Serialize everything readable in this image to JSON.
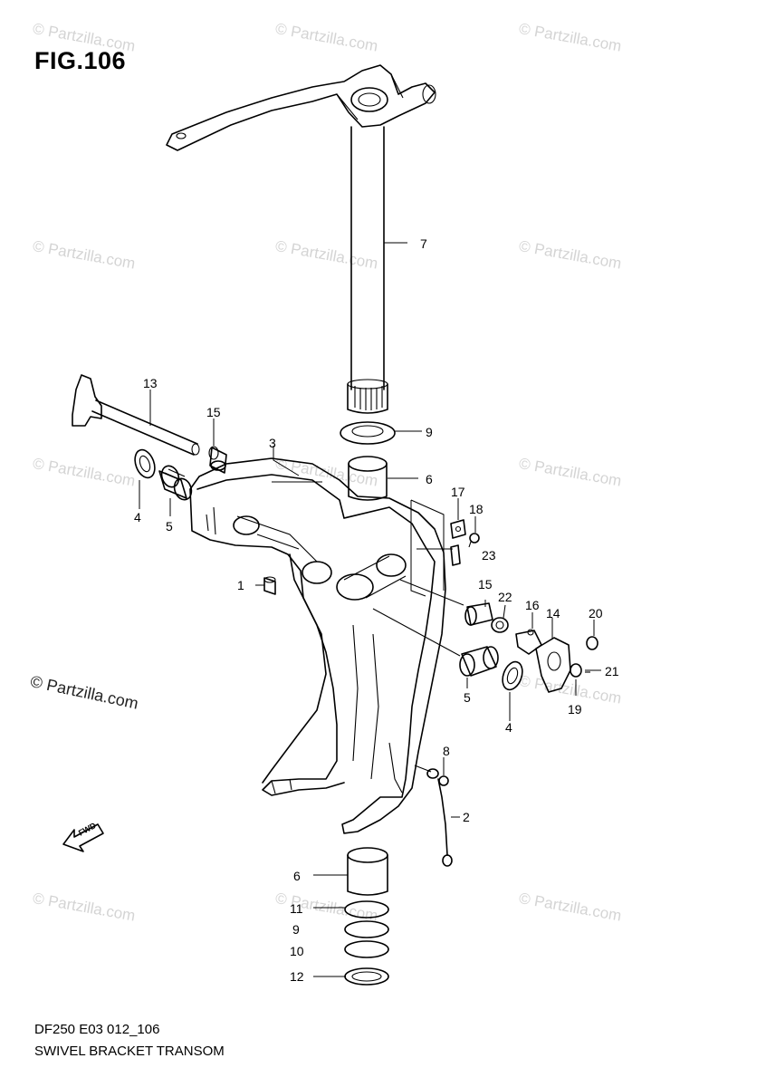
{
  "figure": {
    "title": "FIG.106",
    "model_code": "DF250 E03 012_106",
    "name": "SWIVEL BRACKET TRANSOM"
  },
  "watermark": {
    "text": "© Partzilla.com",
    "color": "#d4d4d4"
  },
  "fwd_label": "FWD",
  "callouts": [
    {
      "id": "c7",
      "label": "7"
    },
    {
      "id": "c13",
      "label": "13"
    },
    {
      "id": "c15a",
      "label": "15"
    },
    {
      "id": "c9a",
      "label": "9"
    },
    {
      "id": "c3",
      "label": "3"
    },
    {
      "id": "c6a",
      "label": "6"
    },
    {
      "id": "c4a",
      "label": "4"
    },
    {
      "id": "c5a",
      "label": "5"
    },
    {
      "id": "c17",
      "label": "17"
    },
    {
      "id": "c18",
      "label": "18"
    },
    {
      "id": "c23",
      "label": "23"
    },
    {
      "id": "c1",
      "label": "1"
    },
    {
      "id": "c15b",
      "label": "15"
    },
    {
      "id": "c22",
      "label": "22"
    },
    {
      "id": "c16",
      "label": "16"
    },
    {
      "id": "c14",
      "label": "14"
    },
    {
      "id": "c20",
      "label": "20"
    },
    {
      "id": "c21",
      "label": "21"
    },
    {
      "id": "c19",
      "label": "19"
    },
    {
      "id": "c5b",
      "label": "5"
    },
    {
      "id": "c4b",
      "label": "4"
    },
    {
      "id": "c8",
      "label": "8"
    },
    {
      "id": "c2",
      "label": "2"
    },
    {
      "id": "c6b",
      "label": "6"
    },
    {
      "id": "c11",
      "label": "11"
    },
    {
      "id": "c9b",
      "label": "9"
    },
    {
      "id": "c10",
      "label": "10"
    },
    {
      "id": "c12",
      "label": "12"
    }
  ]
}
